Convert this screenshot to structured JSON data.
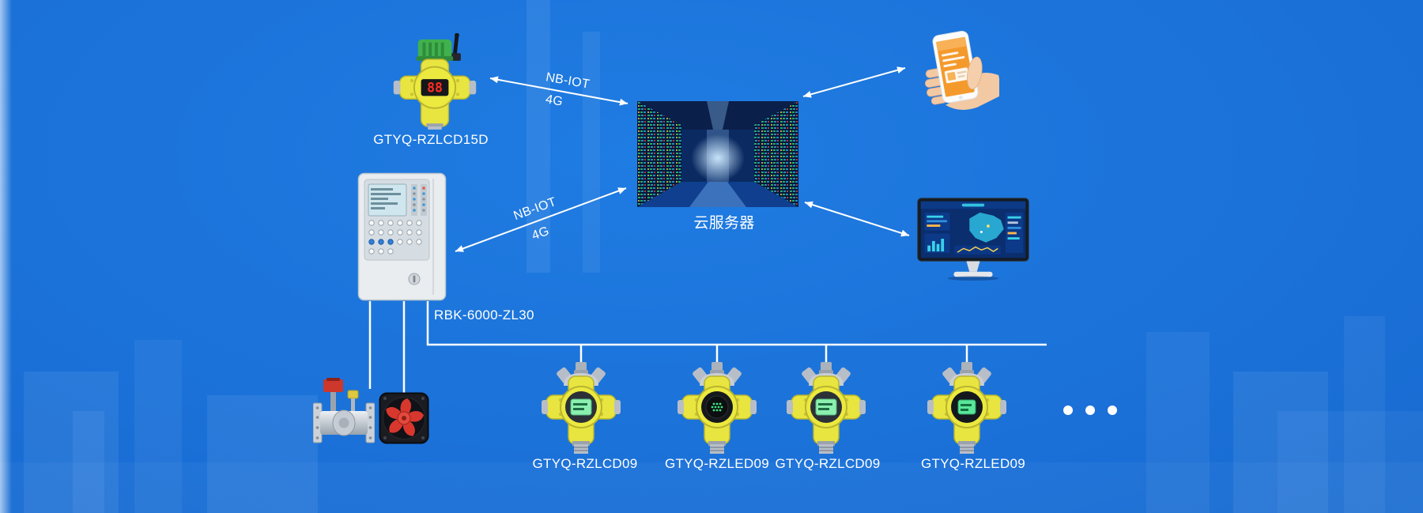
{
  "colors": {
    "bg-top": "#1f7ce2",
    "bg-mid": "#1a6fd6",
    "bg-bottom": "#1160c2",
    "wire": "#ffffff",
    "label-text": "#ffffff",
    "detector-yellow": "#e8e540",
    "alarm-red": "#d8372e",
    "lcd-green": "#8bf0ae",
    "phone-screen-orange": "#f49a2c"
  },
  "nodes": {
    "wireless_detector": {
      "label": "GTYQ-RZLCD15D",
      "display": "88"
    },
    "controller": {
      "label": "RBK-6000-ZL30"
    },
    "cloud_server": {
      "label": "云服务器"
    },
    "detectors": [
      {
        "label": "GTYQ-RZLCD09"
      },
      {
        "label": "GTYQ-RZLED09"
      },
      {
        "label": "GTYQ-RZLCD09"
      },
      {
        "label": "GTYQ-RZLED09"
      }
    ]
  },
  "links": {
    "wireless_to_cloud": {
      "protocol": "NB-IOT",
      "network": "4G"
    },
    "controller_to_cloud": {
      "protocol": "NB-IOT",
      "network": "4G"
    }
  }
}
